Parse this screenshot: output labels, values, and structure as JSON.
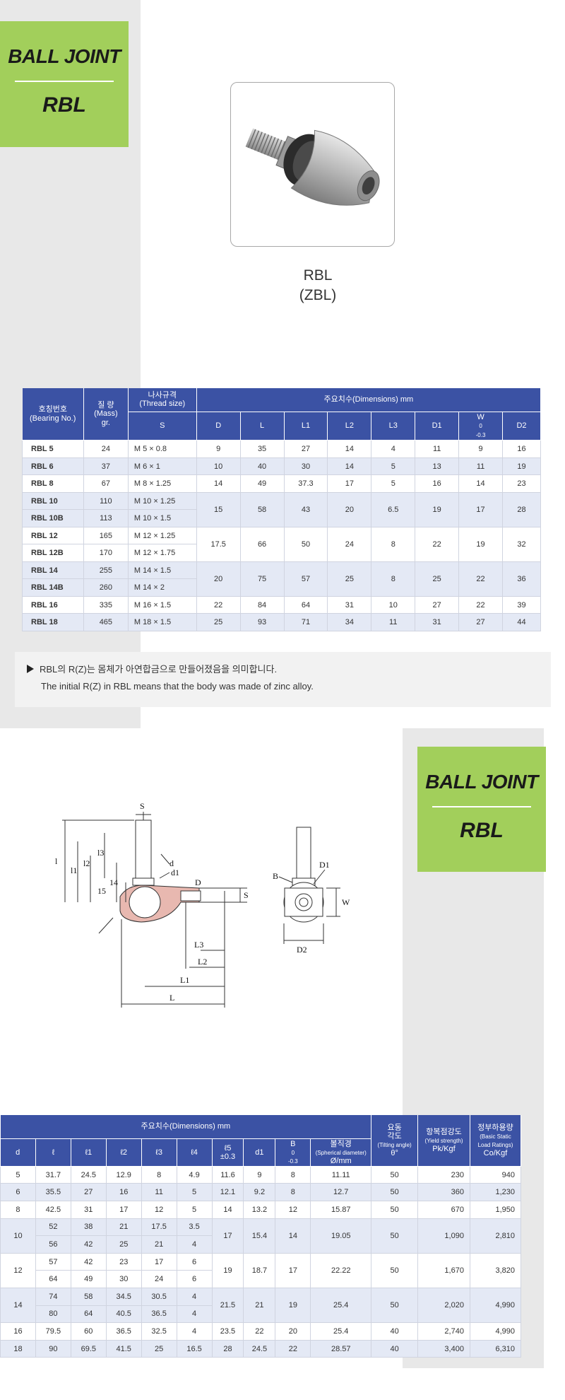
{
  "badge_top": {
    "title": "BALL JOINT",
    "subtitle": "RBL"
  },
  "product": {
    "name": "RBL",
    "alt_name": "(ZBL)"
  },
  "spec_table": {
    "headers": {
      "code": "호칭번호",
      "code_en": "(Bearing No.)",
      "mass": "질 량",
      "mass_en": "(Mass)",
      "mass_unit": "gr.",
      "thread": "나사규격",
      "thread_en": "(Thread size)",
      "thread_col": "S",
      "dimensions": "주요치수(Dimensions)  mm",
      "cols": [
        "D",
        "L",
        "L1",
        "L2",
        "L3",
        "D1",
        "W",
        "D2"
      ],
      "w_tol": "0\n-0.3"
    },
    "rows": [
      {
        "code": "RBL  5",
        "mass": "24",
        "thread": "M 5 × 0.8",
        "D": "9",
        "L": "35",
        "L1": "27",
        "L2": "14",
        "L3": "4",
        "D1": "11",
        "W": "9",
        "D2": "16"
      },
      {
        "code": "RBL  6",
        "mass": "37",
        "thread": "M 6 × 1",
        "D": "10",
        "L": "40",
        "L1": "30",
        "L2": "14",
        "L3": "5",
        "D1": "13",
        "W": "11",
        "D2": "19"
      },
      {
        "code": "RBL  8",
        "mass": "67",
        "thread": "M 8 × 1.25",
        "D": "14",
        "L": "49",
        "L1": "37.3",
        "L2": "17",
        "L3": "5",
        "D1": "16",
        "W": "14",
        "D2": "23"
      },
      {
        "code": "RBL 10",
        "mass": "110",
        "thread": "M 10 × 1.25"
      },
      {
        "code": "RBL 10B",
        "mass": "113",
        "thread": "M 10 × 1.5"
      },
      {
        "code": "RBL 12",
        "mass": "165",
        "thread": "M 12 × 1.25"
      },
      {
        "code": "RBL 12B",
        "mass": "170",
        "thread": "M 12 × 1.75"
      },
      {
        "code": "RBL 14",
        "mass": "255",
        "thread": "M 14 × 1.5"
      },
      {
        "code": "RBL 14B",
        "mass": "260",
        "thread": "M 14 × 2"
      },
      {
        "code": "RBL 16",
        "mass": "335",
        "thread": "M 16 × 1.5",
        "D": "22",
        "L": "84",
        "L1": "64",
        "L2": "31",
        "L3": "10",
        "D1": "27",
        "W": "22",
        "D2": "39"
      },
      {
        "code": "RBL 18",
        "mass": "465",
        "thread": "M 18 × 1.5",
        "D": "25",
        "L": "93",
        "L1": "71",
        "L2": "34",
        "L3": "11",
        "D1": "31",
        "W": "27",
        "D2": "44"
      }
    ],
    "merged": {
      "rbl10": {
        "D": "15",
        "L": "58",
        "L1": "43",
        "L2": "20",
        "L3": "6.5",
        "D1": "19",
        "W": "17",
        "D2": "28"
      },
      "rbl12": {
        "D": "17.5",
        "L": "66",
        "L1": "50",
        "L2": "24",
        "L3": "8",
        "D1": "22",
        "W": "19",
        "D2": "32"
      },
      "rbl14": {
        "D": "20",
        "L": "75",
        "L1": "57",
        "L2": "25",
        "L3": "8",
        "D1": "25",
        "W": "22",
        "D2": "36"
      }
    }
  },
  "note": {
    "korean": "RBL의 R(Z)는 몸체가 아연합금으로 만들어졌음을 의미합니다.",
    "english": "The initial R(Z) in RBL means that the body was made of zinc alloy."
  },
  "badge_bottom": {
    "title": "BALL JOINT",
    "subtitle": "RBL"
  },
  "drawing_labels": {
    "S": "S",
    "d": "d",
    "d1": "d1",
    "D": "D",
    "l": "l",
    "l1": "l1",
    "l2": "l2",
    "l3": "l3",
    "l4": "14",
    "l5": "15",
    "L": "L",
    "L1": "L1",
    "L2": "L2",
    "L3": "L3",
    "B": "B",
    "D1": "D1",
    "D2": "D2",
    "W": "W"
  },
  "dim_table": {
    "headers": {
      "dimensions": "주요치수(Dimensions)  mm",
      "cols": [
        "d",
        "ℓ",
        "ℓ1",
        "ℓ2",
        "ℓ3",
        "ℓ4",
        "ℓ5",
        "d1",
        "B",
        "볼직경"
      ],
      "l5_tol": "±0.3",
      "b_tol": "0\n-0.3",
      "sphere_en": "(Spherical diameter)",
      "sphere_unit": "Ø/mm",
      "tilt": "요동\n각도",
      "tilt_en": "(Tilting angle)",
      "tilt_sym": "θ°",
      "yield": "항복점강도",
      "yield_en": "(Yield strength)",
      "yield_unit": "Pk/Kgf",
      "static": "정부하용량",
      "static_en": "(Basic Static\nLoad Ratings)",
      "static_unit": "Co/Kgf"
    },
    "rows": [
      {
        "d": "5",
        "l": "31.7",
        "l1": "24.5",
        "l2": "12.9",
        "l3": "8",
        "l4": "4.9",
        "l5": "11.6",
        "d1": "9",
        "B": "8",
        "sphere": "11.11",
        "tilt": "50",
        "yield": "230",
        "static": "940"
      },
      {
        "d": "6",
        "l": "35.5",
        "l1": "27",
        "l2": "16",
        "l3": "11",
        "l4": "5",
        "l5": "12.1",
        "d1": "9.2",
        "B": "8",
        "sphere": "12.7",
        "tilt": "50",
        "yield": "360",
        "static": "1,230"
      },
      {
        "d": "8",
        "l": "42.5",
        "l1": "31",
        "l2": "17",
        "l3": "12",
        "l4": "5",
        "l5": "14",
        "d1": "13.2",
        "B": "12",
        "sphere": "15.87",
        "tilt": "50",
        "yield": "670",
        "static": "1,950"
      },
      {
        "l": "52",
        "l1": "38",
        "l2": "21",
        "l3": "17.5",
        "l4": "3.5"
      },
      {
        "l": "56",
        "l1": "42",
        "l2": "25",
        "l3": "21",
        "l4": "4"
      },
      {
        "l": "57",
        "l1": "42",
        "l2": "23",
        "l3": "17",
        "l4": "6"
      },
      {
        "l": "64",
        "l1": "49",
        "l2": "30",
        "l3": "24",
        "l4": "6"
      },
      {
        "l": "74",
        "l1": "58",
        "l2": "34.5",
        "l3": "30.5",
        "l4": "4"
      },
      {
        "l": "80",
        "l1": "64",
        "l2": "40.5",
        "l3": "36.5",
        "l4": "4"
      },
      {
        "d": "16",
        "l": "79.5",
        "l1": "60",
        "l2": "36.5",
        "l3": "32.5",
        "l4": "4",
        "l5": "23.5",
        "d1": "22",
        "B": "20",
        "sphere": "25.4",
        "tilt": "40",
        "yield": "2,740",
        "static": "4,990"
      },
      {
        "d": "18",
        "l": "90",
        "l1": "69.5",
        "l2": "41.5",
        "l3": "25",
        "l4": "16.5",
        "l5": "28",
        "d1": "24.5",
        "B": "22",
        "sphere": "28.57",
        "tilt": "40",
        "yield": "3,400",
        "static": "6,310"
      }
    ],
    "merged": {
      "g10": {
        "d": "10",
        "l5": "17",
        "d1": "15.4",
        "B": "14",
        "sphere": "19.05",
        "tilt": "50",
        "yield": "1,090",
        "static": "2,810"
      },
      "g12": {
        "d": "12",
        "l5": "19",
        "d1": "18.7",
        "B": "17",
        "sphere": "22.22",
        "tilt": "50",
        "yield": "1,670",
        "static": "3,820"
      },
      "g14": {
        "d": "14",
        "l5": "21.5",
        "d1": "21",
        "B": "19",
        "sphere": "25.4",
        "tilt": "50",
        "yield": "2,020",
        "static": "4,990"
      }
    }
  }
}
